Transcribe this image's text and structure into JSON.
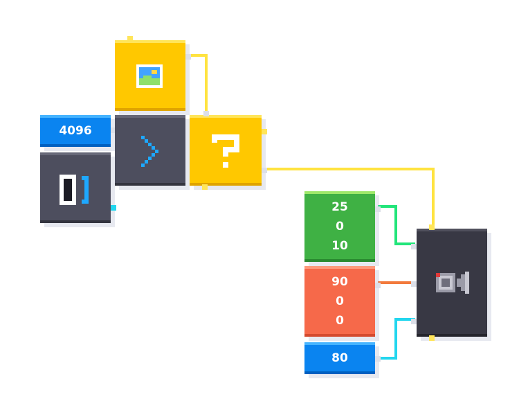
{
  "colors": {
    "blue": "#0a84f0",
    "yellow": "#ffc800",
    "green": "#3fb144",
    "orange": "#f6694a",
    "dark": "#4d4e5e",
    "wire_yellow": "#ffe340",
    "wire_green": "#22e57a",
    "wire_orange": "#f27a3c",
    "wire_cyan": "#22d6ee"
  },
  "blocks": {
    "number_4096": {
      "value": "4096"
    },
    "image_block": {
      "icon": "image-icon"
    },
    "arrow_block": {
      "icon": "chevron-right-icon"
    },
    "question_block": {
      "icon": "question-mark-icon"
    },
    "frame_block": {
      "icon": "frame-icon"
    },
    "green_vector": {
      "values": [
        "25",
        "0",
        "10"
      ]
    },
    "orange_vector": {
      "values": [
        "90",
        "0",
        "0"
      ]
    },
    "number_80": {
      "value": "80"
    },
    "camera_block": {
      "icon": "camera-icon"
    }
  }
}
